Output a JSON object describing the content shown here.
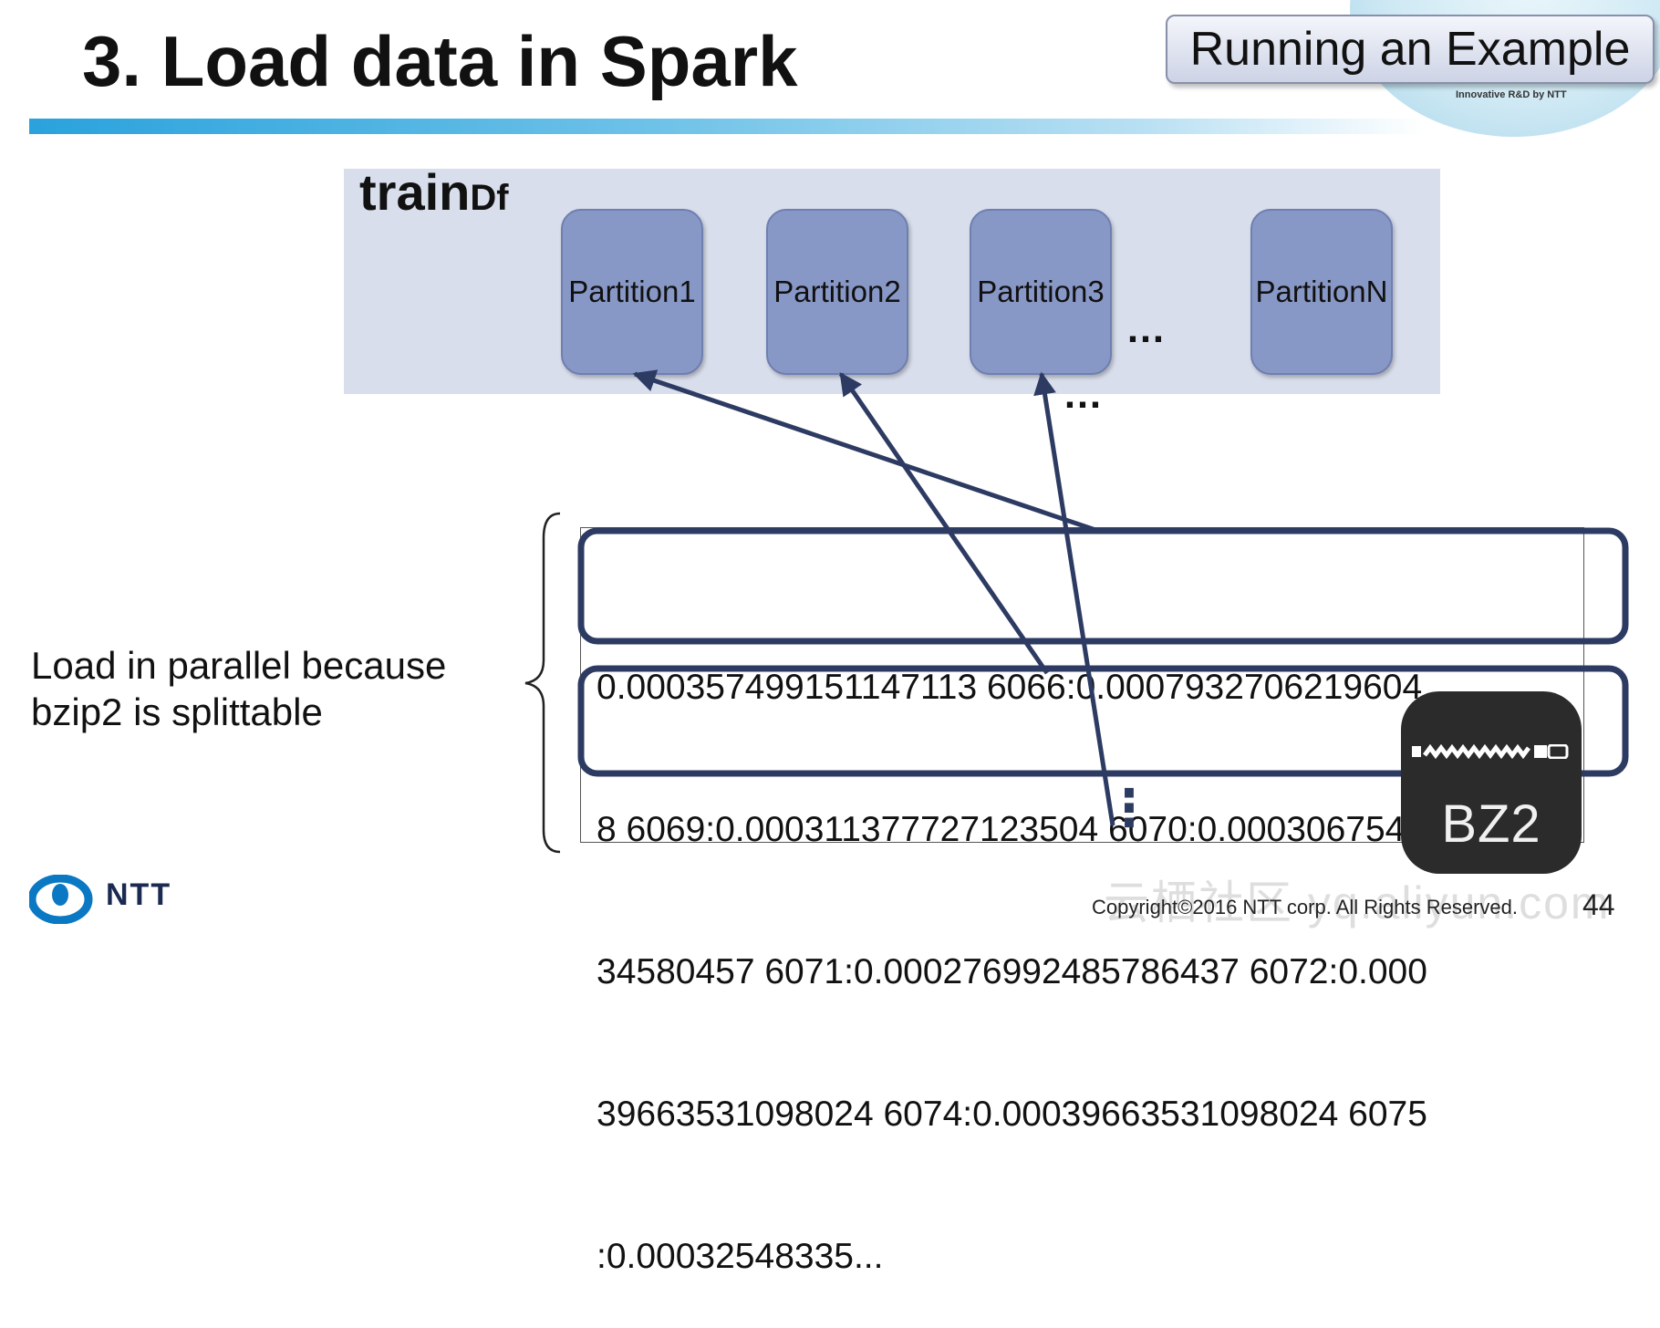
{
  "slide": {
    "title": "3. Load data in Spark",
    "banner_label": "Running an Example",
    "tagline": "Innovative R&D by NTT",
    "page_number": "44",
    "copyright": "Copyright©2016 NTT corp. All Rights Reserved.",
    "watermark": "云栖社区 yq.aliyun.com"
  },
  "colors": {
    "accent_blue": "#2aa2dc",
    "partition_fill": "#8898c6",
    "df_panel": "#d9deec",
    "frame_navy": "#2d3b63"
  },
  "dataframe": {
    "name_main": "train",
    "name_small": "Df",
    "partitions": [
      "Partition1",
      "Partition2",
      "Partition3",
      "PartitionN"
    ],
    "ellipsis": "…"
  },
  "caption": {
    "line1": "Load in parallel because",
    "line2": "bzip2 is splittable"
  },
  "file": {
    "lines": [
      "0.000357499151147113 6066:0.0007932706219604",
      "8 6069:0.000311377727123504 6070:0.0003067549",
      "34580457 6071:0.000276992485786437 6072:0.000",
      "39663531098024 6074:0.00039663531098024 6075",
      ":0.00032548335..."
    ],
    "vertical_ellipsis": "⋮",
    "icon_name": "bz2-archive-icon",
    "icon_label": "BZ2"
  },
  "logo": {
    "text": "NTT",
    "icon_name": "ntt-logo-icon"
  }
}
